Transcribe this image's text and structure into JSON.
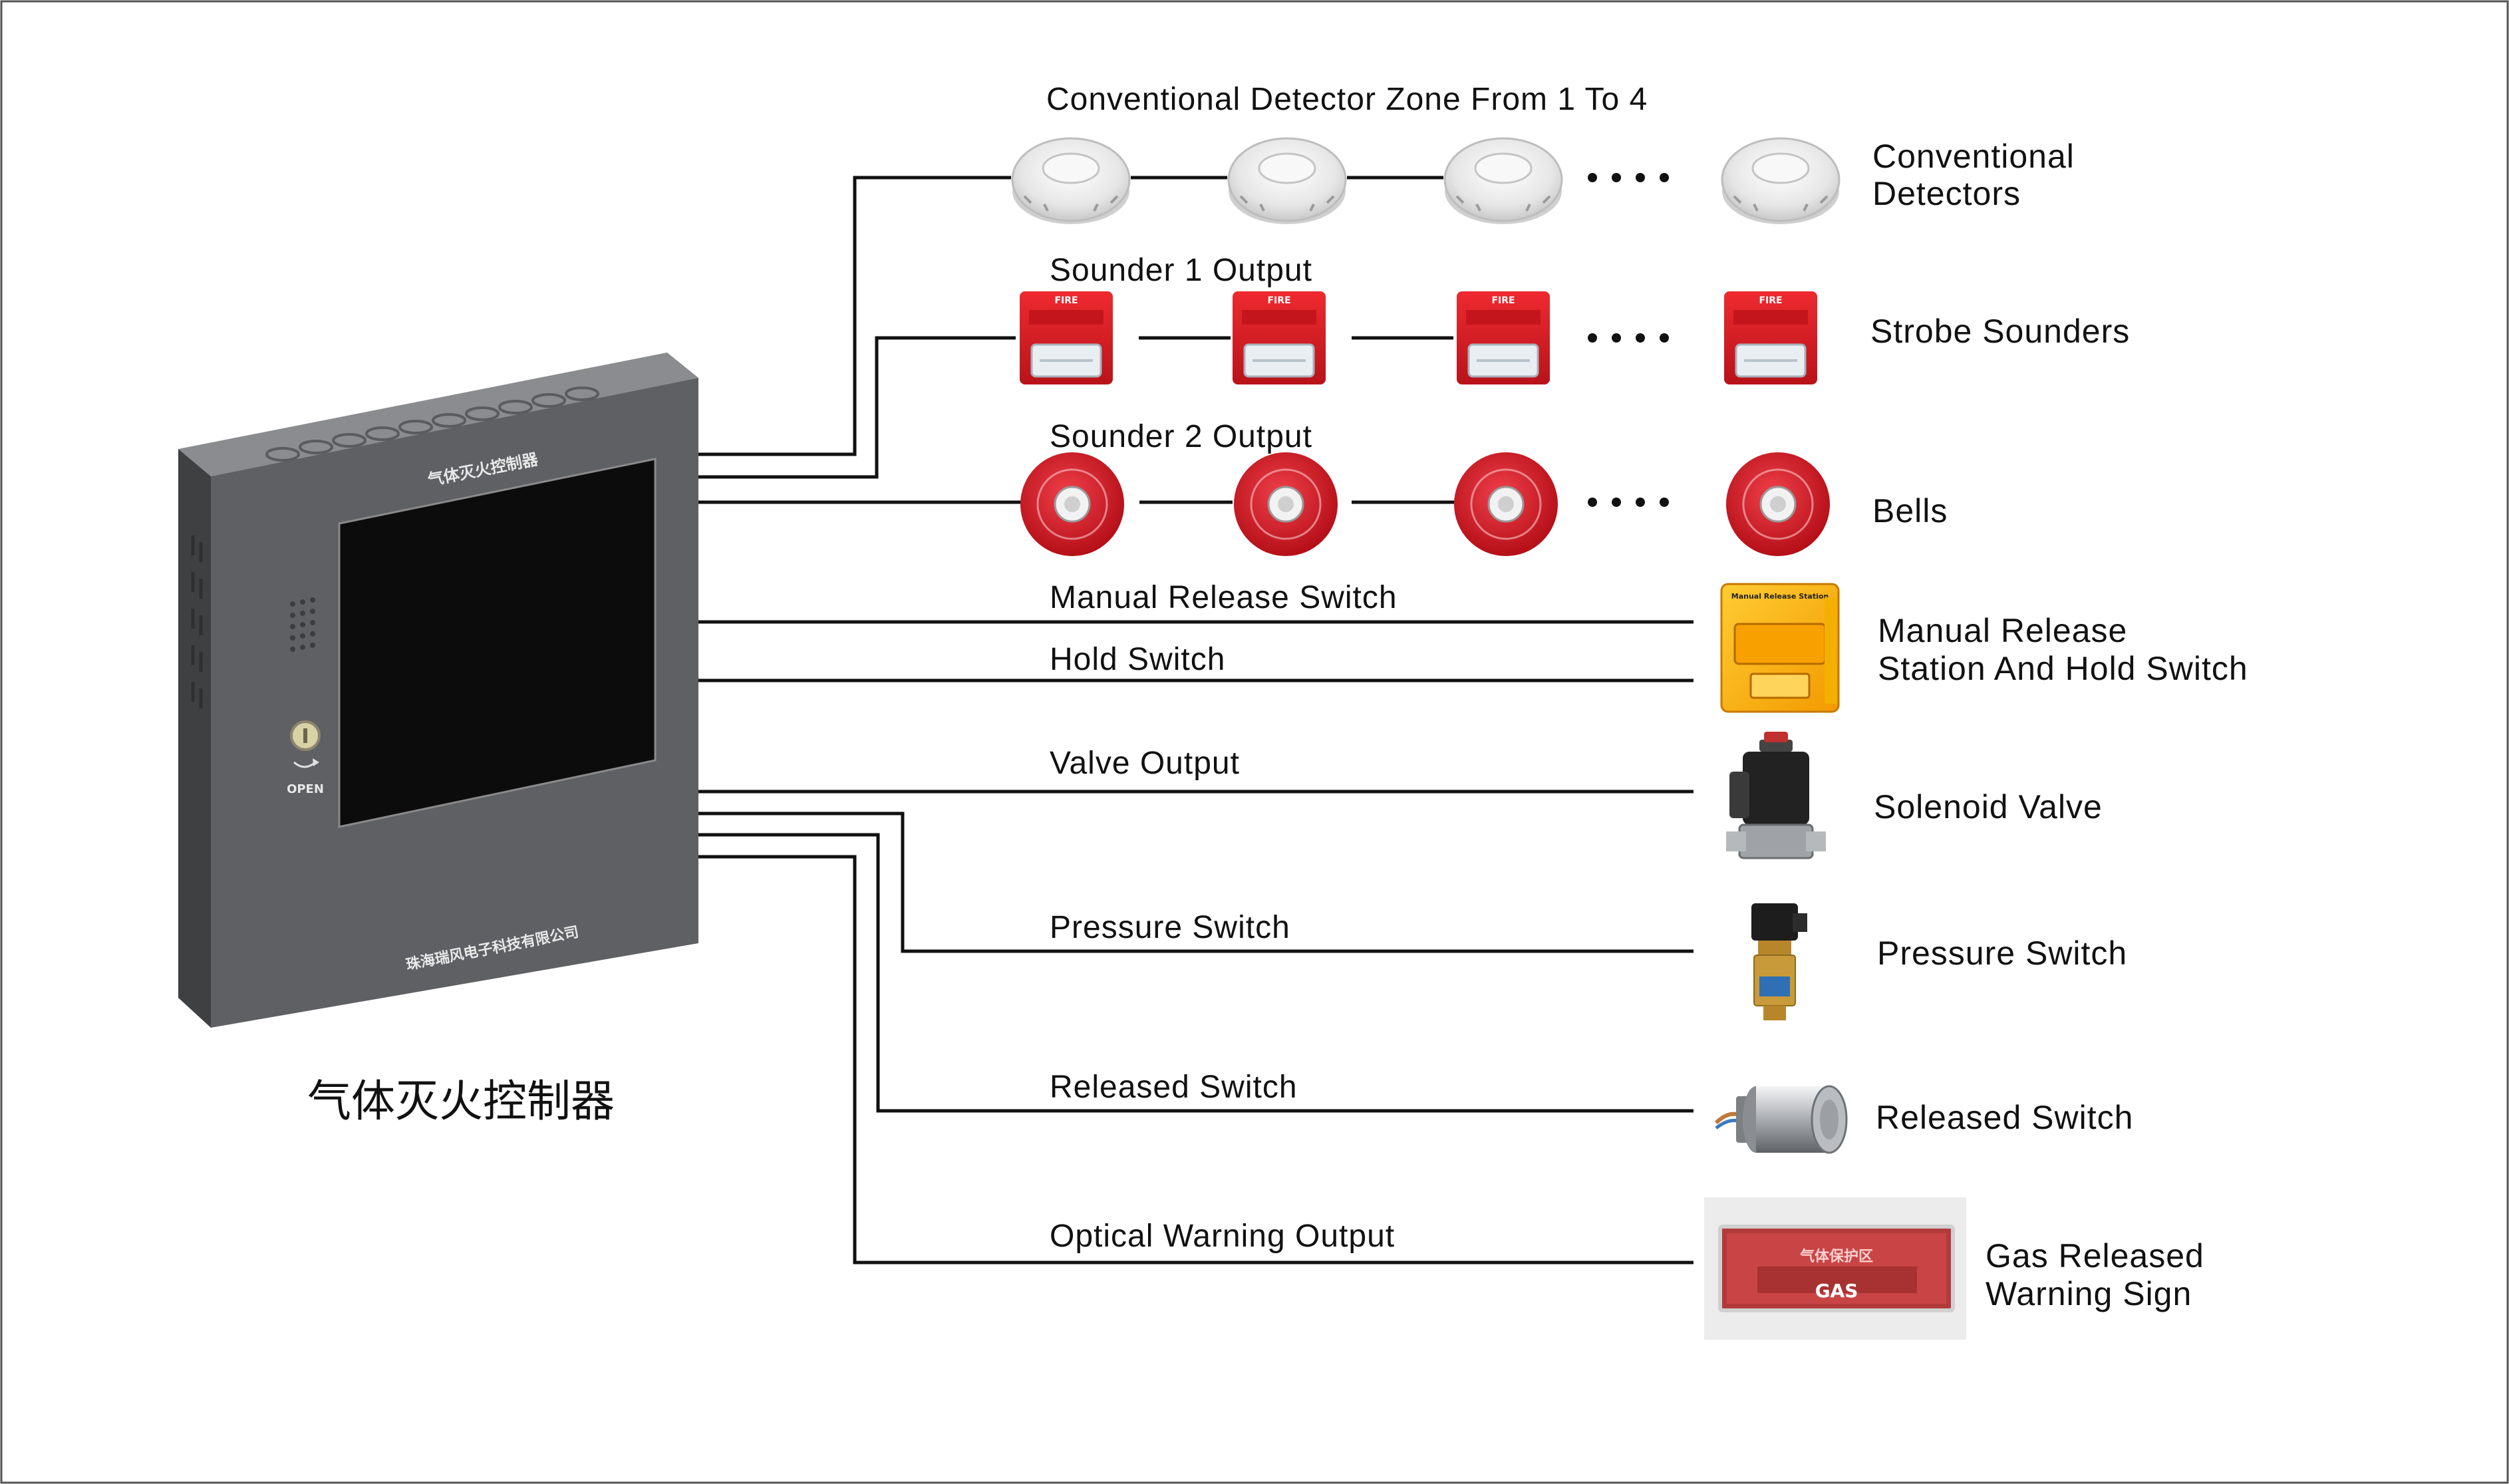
{
  "controller": {
    "caption": "气体灭火控制器",
    "panel_top_text": "气体灭火控制器",
    "panel_bottom_text": "珠海瑞风电子科技有限公司",
    "key_label": "OPEN"
  },
  "outputs": {
    "conventional_zone": "Conventional Detector Zone From 1 To 4",
    "sounder1": "Sounder 1 Output",
    "sounder2": "Sounder 2 Output",
    "manual_release": "Manual Release Switch",
    "hold": "Hold Switch",
    "valve": "Valve Output",
    "pressure": "Pressure Switch",
    "released": "Released Switch",
    "optical": "Optical Warning Output"
  },
  "devices": {
    "detectors": [
      "Conventional",
      "Detectors"
    ],
    "strobe": "Strobe Sounders",
    "bells": "Bells",
    "manual_station": [
      "Manual Release",
      "Station And Hold Switch"
    ],
    "solenoid": "Solenoid Valve",
    "pressure_switch": "Pressure Switch",
    "released_switch": "Released Switch",
    "gas_sign": [
      "Gas Released",
      "Warning Sign"
    ]
  },
  "device_text": {
    "strobe_fire": "FIRE",
    "gas_sign_main": "GAS",
    "gas_sign_top": "气体保护区",
    "manual_station_title": "Manual Release Station"
  },
  "colors": {
    "panel": "#5f6063",
    "panel_side": "#4a4b4d",
    "screen": "#0c0c0c",
    "red": "#d71920",
    "line": "#111111"
  }
}
